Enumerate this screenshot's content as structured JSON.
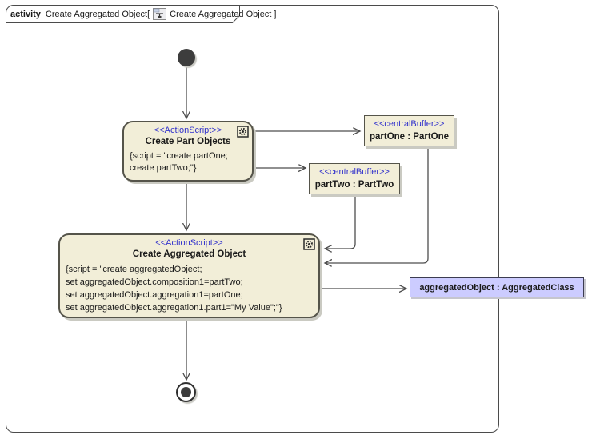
{
  "frame": {
    "keyword": "activity",
    "title_left": "Create Aggregated Object[",
    "title_right": "Create Aggregated Object ]"
  },
  "action_create_part_objects": {
    "stereotype": "<<ActionScript>>",
    "name": "Create Part Objects",
    "script_lines": [
      "{script = \"create partOne;",
      "create partTwo;\"}"
    ]
  },
  "buffer_part_one": {
    "stereotype": "<<centralBuffer>>",
    "name": "partOne : PartOne"
  },
  "buffer_part_two": {
    "stereotype": "<<centralBuffer>>",
    "name": "partTwo : PartTwo"
  },
  "action_create_aggregated_object": {
    "stereotype": "<<ActionScript>>",
    "name": "Create Aggregated Object",
    "script_lines": [
      "{script = \"create aggregatedObject;",
      "set aggregatedObject.composition1=partTwo;",
      "set aggregatedObject.aggregation1=partOne;",
      "set aggregatedObject.aggregation1.part1=\"My Value\";\"}"
    ]
  },
  "object_node": {
    "name": "aggregatedObject : AggregatedClass"
  },
  "edges": [
    {
      "from": "initial-node",
      "to": "create-part-objects"
    },
    {
      "from": "create-part-objects",
      "to": "part-one-buffer"
    },
    {
      "from": "create-part-objects",
      "to": "part-two-buffer"
    },
    {
      "from": "create-part-objects",
      "to": "create-aggregated-object"
    },
    {
      "from": "part-two-buffer",
      "to": "create-aggregated-object"
    },
    {
      "from": "part-one-buffer",
      "to": "create-aggregated-object"
    },
    {
      "from": "create-aggregated-object",
      "to": "aggregated-object"
    },
    {
      "from": "create-aggregated-object",
      "to": "final-node"
    }
  ],
  "icons": {
    "diagram_icon": "activity-diagram-icon",
    "action_icon": "gear-icon"
  },
  "colors": {
    "node_fill": "#f2eed8",
    "node_border": "#55544a",
    "object_fill": "#ccccff",
    "stereotype_text": "#3333cc",
    "edge": "#4d4d4d",
    "frame_border": "#4b4b4b",
    "node_shadow": "#cacac2",
    "control_node": "#3d3d3d"
  }
}
